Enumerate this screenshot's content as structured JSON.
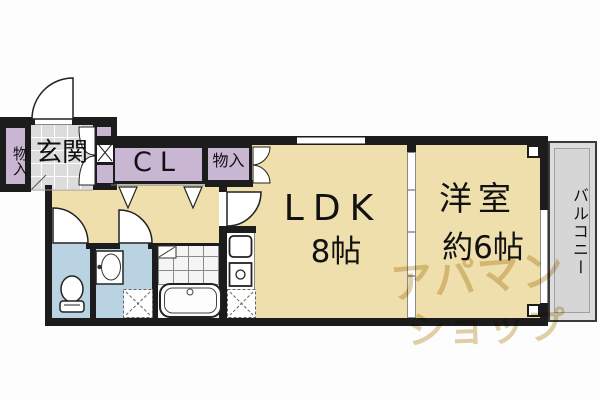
{
  "plan": {
    "title": "1LDK apartment floor plan",
    "rooms": {
      "genkan": {
        "label": "玄関"
      },
      "storage_entry": {
        "label": "物入"
      },
      "closet": {
        "label": "CL"
      },
      "storage_ldk": {
        "label": "物入"
      },
      "ldk": {
        "label": "LDK",
        "size": "8帖"
      },
      "western_room": {
        "label": "洋室",
        "size": "約6帖"
      },
      "balcony": {
        "label": "バルコニー"
      }
    },
    "watermark": {
      "line1": "アパマン",
      "line2": "ショップ"
    },
    "colors": {
      "wall": "#1c1c1c",
      "floor": "#efdfac",
      "closet_fill": "#c9b6d3",
      "wet_area": "#b9d3e2",
      "entry_tile": "#dcdcdc",
      "balcony": "#dcdcdc",
      "watermark": "#c9a95e"
    }
  }
}
